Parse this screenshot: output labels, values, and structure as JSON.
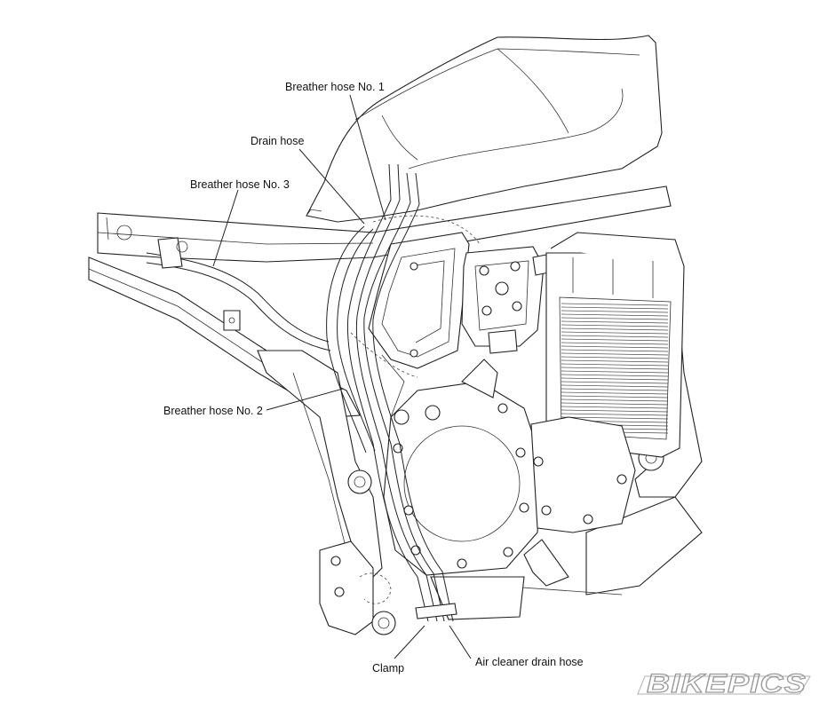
{
  "labels": {
    "breather_hose_1": "Breather hose No. 1",
    "drain_hose": "Drain hose",
    "breather_hose_3": "Breather hose No. 3",
    "breather_hose_2": "Breather hose No. 2",
    "clamp": "Clamp",
    "air_cleaner_drain_hose": "Air cleaner drain hose"
  },
  "watermark": "BIKEPICS"
}
